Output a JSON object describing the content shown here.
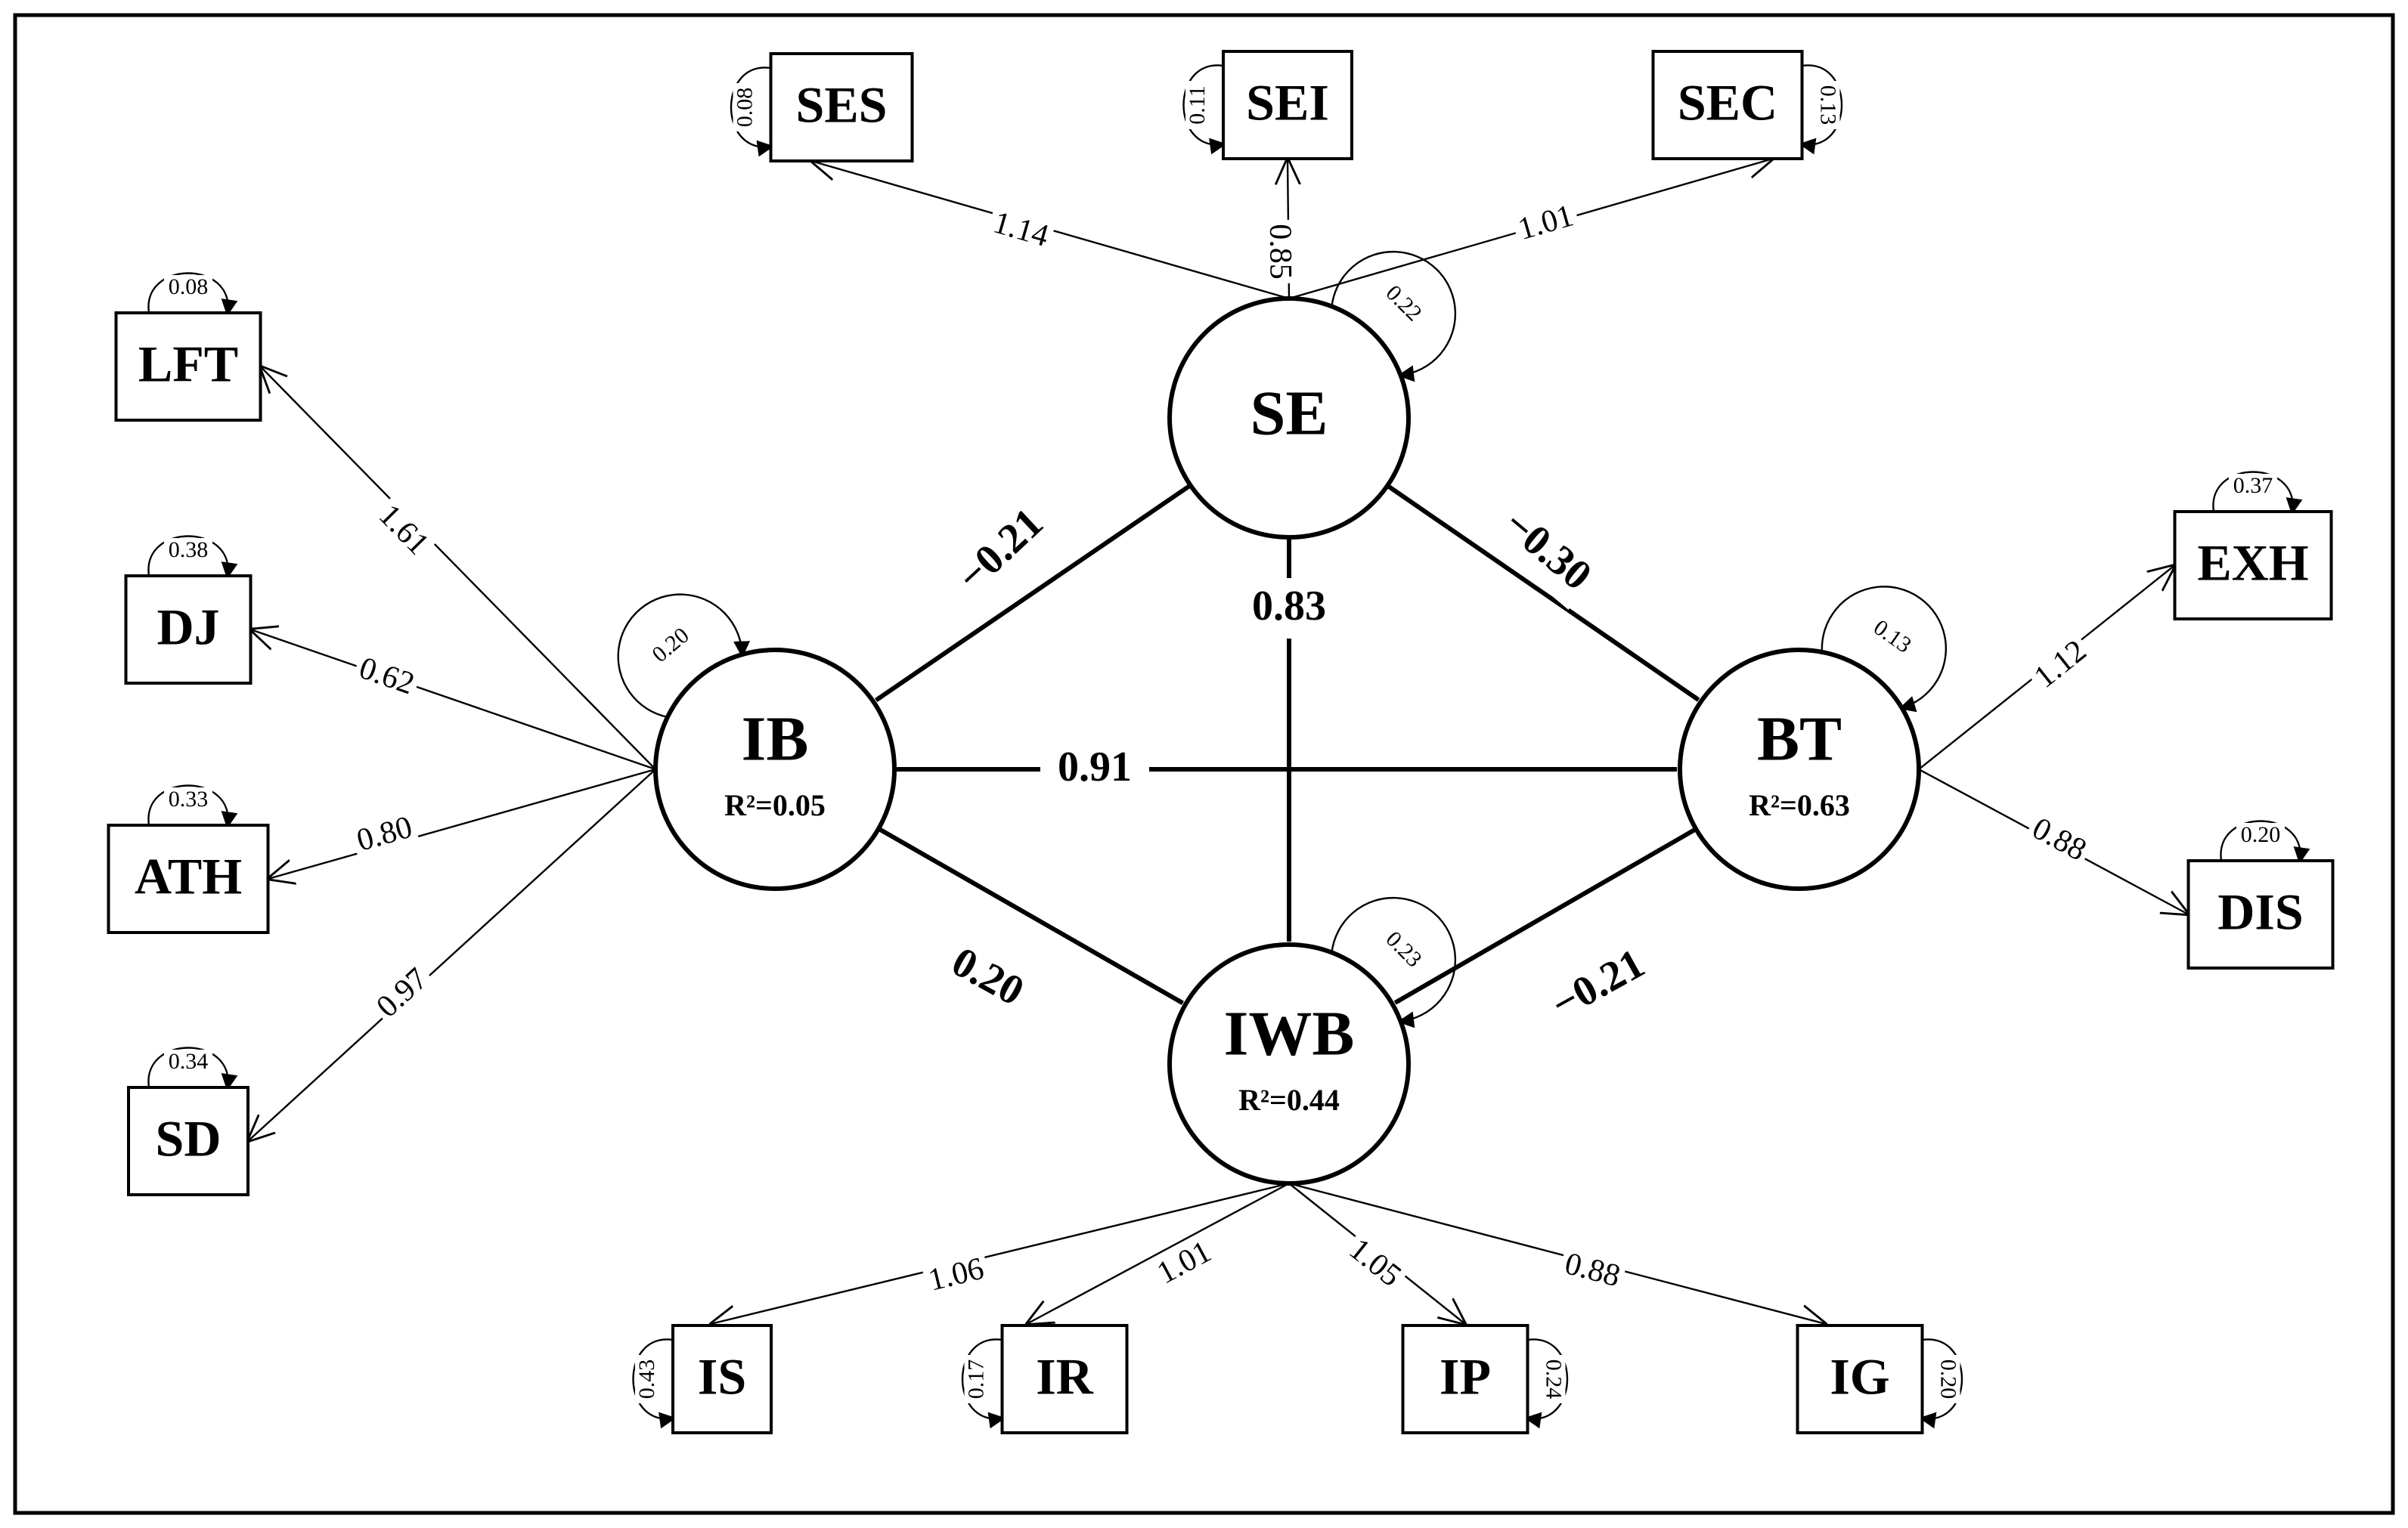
{
  "latents": [
    {
      "id": "SE",
      "label": "SE",
      "r2": ""
    },
    {
      "id": "IB",
      "label": "IB",
      "r2": "R²=0.05"
    },
    {
      "id": "BT",
      "label": "BT",
      "r2": "R²=0.63"
    },
    {
      "id": "IWB",
      "label": "IWB",
      "r2": "R²=0.44"
    }
  ],
  "observed": [
    {
      "id": "SES",
      "label": "SES"
    },
    {
      "id": "SEI",
      "label": "SEI"
    },
    {
      "id": "SEC",
      "label": "SEC"
    },
    {
      "id": "LFT",
      "label": "LFT"
    },
    {
      "id": "DJ",
      "label": "DJ"
    },
    {
      "id": "ATH",
      "label": "ATH"
    },
    {
      "id": "SD",
      "label": "SD"
    },
    {
      "id": "EXH",
      "label": "EXH"
    },
    {
      "id": "DIS",
      "label": "DIS"
    },
    {
      "id": "IS",
      "label": "IS"
    },
    {
      "id": "IR",
      "label": "IR"
    },
    {
      "id": "IP",
      "label": "IP"
    },
    {
      "id": "IG",
      "label": "IG"
    }
  ],
  "structural_paths": [
    {
      "from": "SE",
      "to": "IB",
      "coef": "−0.21"
    },
    {
      "from": "SE",
      "to": "BT",
      "coef": "−0.30"
    },
    {
      "from": "SE",
      "to": "IWB",
      "coef": "0.83"
    },
    {
      "from": "IB",
      "to": "BT",
      "coef": "0.91"
    },
    {
      "from": "IB",
      "to": "IWB",
      "coef": "0.20"
    },
    {
      "from": "BT",
      "to": "IWB",
      "coef": "−0.21"
    }
  ],
  "loadings": [
    {
      "from": "SE",
      "to": "SES",
      "coef": "1.14"
    },
    {
      "from": "SE",
      "to": "SEI",
      "coef": "0.85"
    },
    {
      "from": "SE",
      "to": "SEC",
      "coef": "1.01"
    },
    {
      "from": "IB",
      "to": "LFT",
      "coef": "1.61"
    },
    {
      "from": "IB",
      "to": "DJ",
      "coef": "0.62"
    },
    {
      "from": "IB",
      "to": "ATH",
      "coef": "0.80"
    },
    {
      "from": "IB",
      "to": "SD",
      "coef": "0.97"
    },
    {
      "from": "BT",
      "to": "EXH",
      "coef": "1.12"
    },
    {
      "from": "BT",
      "to": "DIS",
      "coef": "0.88"
    },
    {
      "from": "IWB",
      "to": "IS",
      "coef": "1.06"
    },
    {
      "from": "IWB",
      "to": "IR",
      "coef": "1.01"
    },
    {
      "from": "IWB",
      "to": "IP",
      "coef": "1.05"
    },
    {
      "from": "IWB",
      "to": "IG",
      "coef": "0.88"
    }
  ],
  "variances": [
    {
      "of": "SE",
      "value": "0.22"
    },
    {
      "of": "IB",
      "value": "0.20"
    },
    {
      "of": "BT",
      "value": "0.13"
    },
    {
      "of": "IWB",
      "value": "0.23"
    },
    {
      "of": "SES",
      "value": "0.08"
    },
    {
      "of": "SEI",
      "value": "0.11"
    },
    {
      "of": "SEC",
      "value": "0.13"
    },
    {
      "of": "LFT",
      "value": "0.08"
    },
    {
      "of": "DJ",
      "value": "0.38"
    },
    {
      "of": "ATH",
      "value": "0.33"
    },
    {
      "of": "SD",
      "value": "0.34"
    },
    {
      "of": "EXH",
      "value": "0.37"
    },
    {
      "of": "DIS",
      "value": "0.20"
    },
    {
      "of": "IS",
      "value": "0.43"
    },
    {
      "of": "IR",
      "value": "0.17"
    },
    {
      "of": "IP",
      "value": "0.24"
    },
    {
      "of": "IG",
      "value": "0.20"
    }
  ]
}
